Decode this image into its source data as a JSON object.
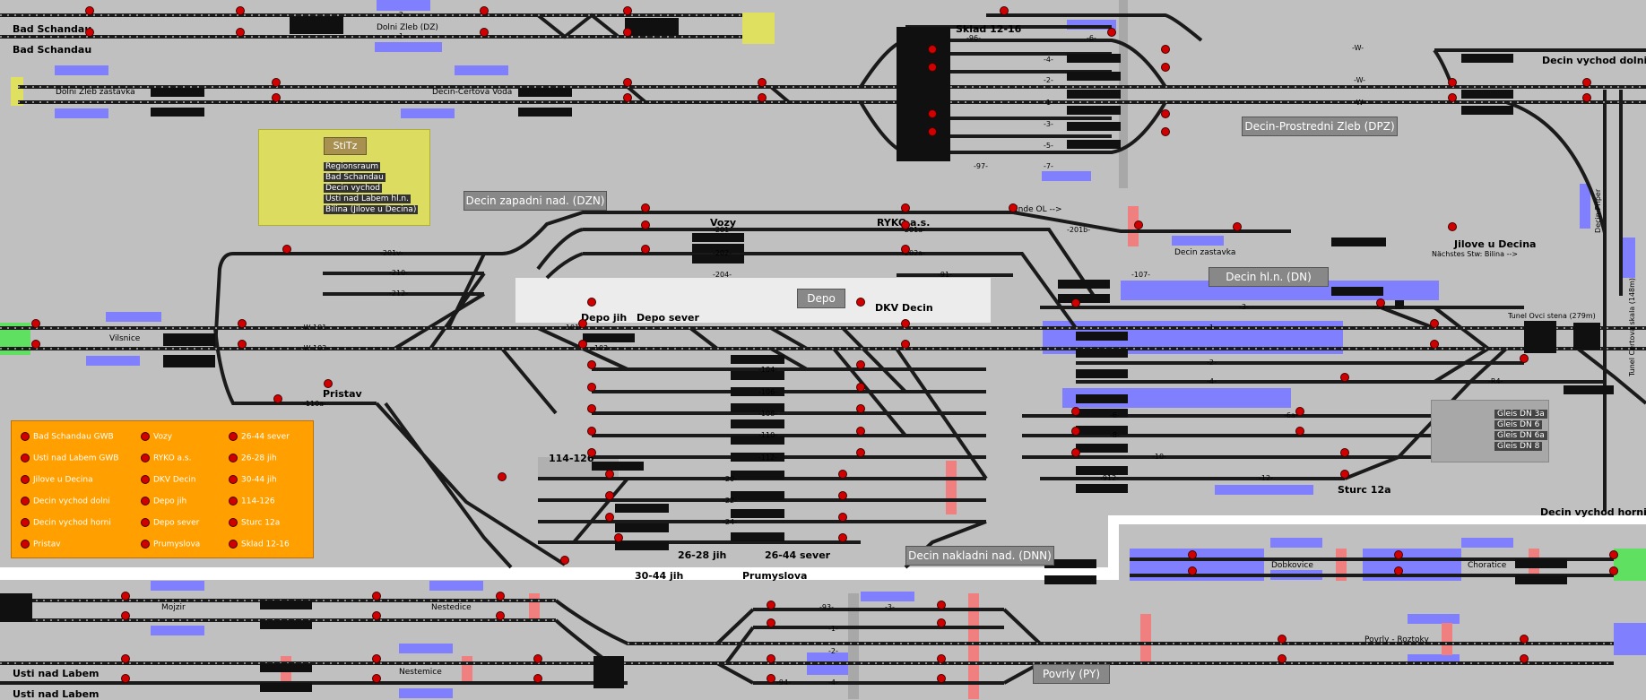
{
  "stations": {
    "bad_schandau_1": "Bad Schandau",
    "bad_schandau_2": "Bad Schandau",
    "dolni_zleb_dz": "Dolni Zleb (DZ)",
    "dolni_zleb_zastavka": "Dolni Zleb zastavka",
    "decin_certova_voda": "Decin-Certova Voda",
    "sklad_12_16": "Sklad 12-16",
    "decin_vychod_dolni": "Decin vychod dolni",
    "decin_prostredni_zleb": "Decin-Prostredni Zleb (DPZ)",
    "decin_zapadni": "Decin zapadni nad. (DZN)",
    "vozy": "Vozy",
    "ryko": "RYKO a.s.",
    "ende_ol": "Ende OL -->",
    "decin_zastavka": "Decin zastavka",
    "jilove_u_decina": "Jilove u Decina",
    "nachstes_stw": "Nächstes Stw: Bilina -->",
    "decin_hl_n": "Decin hl.n. (DN)",
    "depo": "Depo",
    "depo_jih": "Depo jih",
    "depo_sever": "Depo sever",
    "dkv_decin": "DKV Decin",
    "vilsnice": "Vilsnice",
    "pristav": "Pristav",
    "tunel_ovci": "Tunel Ovci stena (279m)",
    "decin_priper": "Decin-Priper",
    "tunel_certova": "Tunel Certova skala (148m)",
    "sturc_12a": "Sturc 12a",
    "decin_vychod_horni": "Decin vychod horni",
    "track_114_126": "114-126",
    "track_26_28_jih": "26-28 jih",
    "track_26_44_sever": "26-44 sever",
    "track_30_44_jih": "30-44 jih",
    "prumyslova": "Prumyslova",
    "decin_nakladni": "Decin nakladni nad. (DNN)",
    "dobkovice": "Dobkovice",
    "choratice": "Choratice",
    "mojzir": "Mojzir",
    "nestedice": "Nestedice",
    "nestemice": "Nestemice",
    "usti_nad_labem_1": "Usti nad Labem",
    "usti_nad_labem_2": "Usti nad Labem",
    "povrly_py": "Povrly (PY)",
    "povrly_roztoky": "Povrly - Roztoky"
  },
  "stitz": {
    "title": "StiTz",
    "rows": [
      "Regionsraum",
      "Bad Schandau",
      "Decin vychod",
      "Usti nad Labem hl.n.",
      "Bilina (Jilove u Decina)"
    ]
  },
  "legend": {
    "col1": [
      "Bad Schandau GWB",
      "Usti nad Labem GWB",
      "Jilove u Decina",
      "Decin vychod dolni",
      "Decin vychod horni",
      "Pristav"
    ],
    "col2": [
      "Vozy",
      "RYKO a.s.",
      "DKV Decin",
      "Depo jih",
      "Depo sever",
      "Prumyslova"
    ],
    "col3": [
      "26-44 sever",
      "26-28 jih",
      "30-44 jih",
      "114-126",
      "Sturc 12a",
      "Sklad 12-16"
    ]
  },
  "gleis": {
    "rows": [
      "Gleis DN 3a",
      "Gleis DN 6",
      "Gleis DN 6a",
      "Gleis DN 8"
    ]
  },
  "track_labels": {
    "t_2": "-2-",
    "t_1": "-1-",
    "w101": "-W 101-",
    "w102": "-W 102-",
    "t101": "-101-",
    "t102": "-102-",
    "t201v": "-201v-",
    "t210": "-210-",
    "t212": "-212-",
    "t201": "-201-",
    "t202": "-202-",
    "t204": "-204-",
    "t201a": "-201a-",
    "t202a": "-202a-",
    "t91": "-91-",
    "t201b": "-201b-",
    "t107": "-107-",
    "t104": "-104-",
    "t106": "-106-",
    "t108": "-108-",
    "t110": "-110-",
    "t112": "-112-",
    "t110a": "-110a-",
    "t20": "-20-",
    "t22": "-22-",
    "t24": "-24-",
    "dn3": "-3-",
    "dn3a": "-3a-",
    "dn1": "-1-",
    "dn2": "-2-",
    "dn4": "-4-",
    "dnr4": "-R4-",
    "dn6": "-6-",
    "dn6a": "-6a-",
    "dn8": "-8-",
    "dn10": "-10-",
    "dn912": "-912-",
    "dn12": "-12-",
    "w1": "-W-",
    "w2": "-W-",
    "w3": "-W-",
    "pz4": "-4-",
    "pz2": "-2-",
    "pz1": "-1-",
    "pz3": "-3-",
    "pz5": "-5-",
    "pz7": "-7-",
    "s96": "-96-",
    "s6": "-6-",
    "s97": "-97-",
    "py93": "-93-",
    "py3": "-3-",
    "py2": "-2-",
    "py1": "-1-",
    "py94": "-94-",
    "py4": "-4-"
  },
  "colors": {
    "background": "#c0c0c0",
    "track": "#1a1a1a",
    "signal": "#d00000",
    "platform": "#8080ff",
    "highlight_yellow": "#e0e060",
    "highlight_green": "#60e060",
    "legend": "#ffa000",
    "header": "#888888"
  }
}
